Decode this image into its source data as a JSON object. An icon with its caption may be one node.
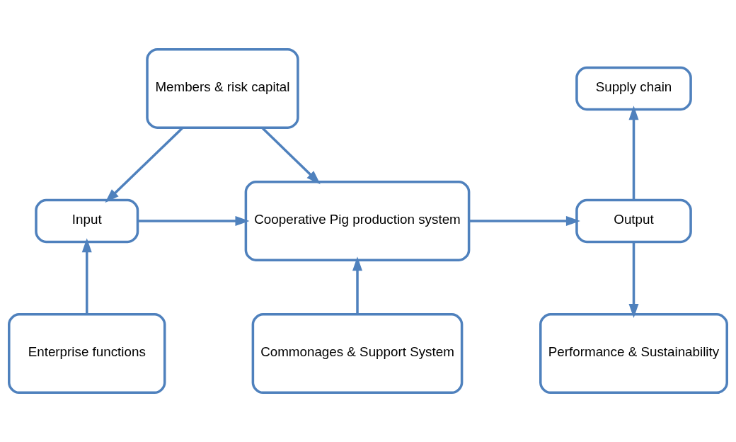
{
  "diagram": {
    "nodes": [
      {
        "text": [
          "Members & risk capital"
        ]
      },
      {
        "text": [
          "Supply chain"
        ]
      },
      {
        "text": [
          "Input"
        ]
      },
      {
        "text": [
          "Cooperative Pig production system"
        ]
      },
      {
        "text": [
          "Output"
        ]
      },
      {
        "text": [
          "Enterprise functions"
        ]
      },
      {
        "text": [
          "Commonages & Support System"
        ]
      },
      {
        "text": [
          "Performance & Sustainability"
        ]
      }
    ],
    "edges": [
      {
        "from": 0,
        "to": 2,
        "arrow": "to"
      },
      {
        "from": 0,
        "to": 3,
        "arrow": "to"
      },
      {
        "from": 2,
        "to": 3,
        "arrow": "to"
      },
      {
        "from": 3,
        "to": 4,
        "arrow": "to"
      },
      {
        "from": 4,
        "to": 1,
        "arrow": "to"
      },
      {
        "from": 4,
        "to": 7,
        "arrow": "to"
      },
      {
        "from": 5,
        "to": 2,
        "arrow": "to"
      },
      {
        "from": 6,
        "to": 3,
        "arrow": "to"
      }
    ]
  }
}
